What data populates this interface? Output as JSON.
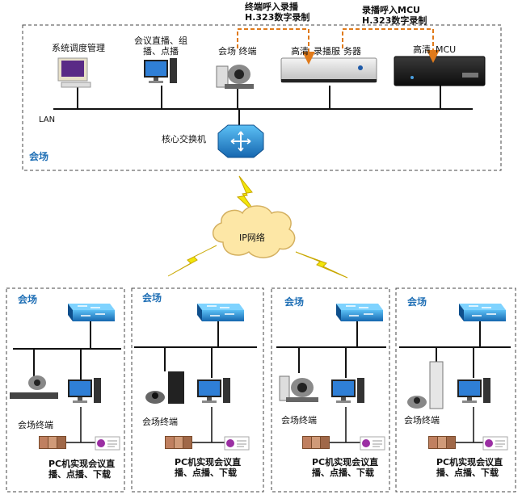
{
  "top": {
    "zone_label": "会场",
    "lan_label": "LAN",
    "devices": {
      "dispatch": "系统调度管理",
      "live_group_line1": "会议直播、组",
      "live_group_line2": "播、点播",
      "terminal": "会场 终端",
      "recorder_part1": "高清",
      "recorder_part2": "录播服",
      "recorder_part3": "务器",
      "mcu_part1": "高清",
      "mcu_part2": "MCU"
    },
    "core_switch": "核心交换机",
    "annotation_left_line1": "终端呼入录播",
    "annotation_left_line2": "H.323数字录制",
    "annotation_right_line1": "录播呼入MCU",
    "annotation_right_line2": "H.323数字录制"
  },
  "cloud_label": "IP网络",
  "sites": [
    {
      "zone_label": "会场",
      "terminal_label": "会场终端",
      "pc_line1": "PC机实现会议直",
      "pc_line2": "播、点播、下载"
    },
    {
      "zone_label": "会场",
      "terminal_label": "会场终端",
      "pc_line1": "PC机实现会议直",
      "pc_line2": "播、点播、下载"
    },
    {
      "zone_label": "会场",
      "terminal_label": "会场终端",
      "pc_line1": "PC机实现会议直",
      "pc_line2": "播、点播、下载"
    },
    {
      "zone_label": "会场",
      "terminal_label": "会场终端",
      "pc_line1": "PC机实现会议直",
      "pc_line2": "播、点播、下载"
    }
  ],
  "colors": {
    "dashed_border": "#444444",
    "bus": "#111111",
    "arrow": "#e07a1a",
    "lightning": "#f2e60a",
    "cloud": "#fde7a6",
    "switch": "#1e90d8",
    "zone_text": "#1f6fb5"
  }
}
